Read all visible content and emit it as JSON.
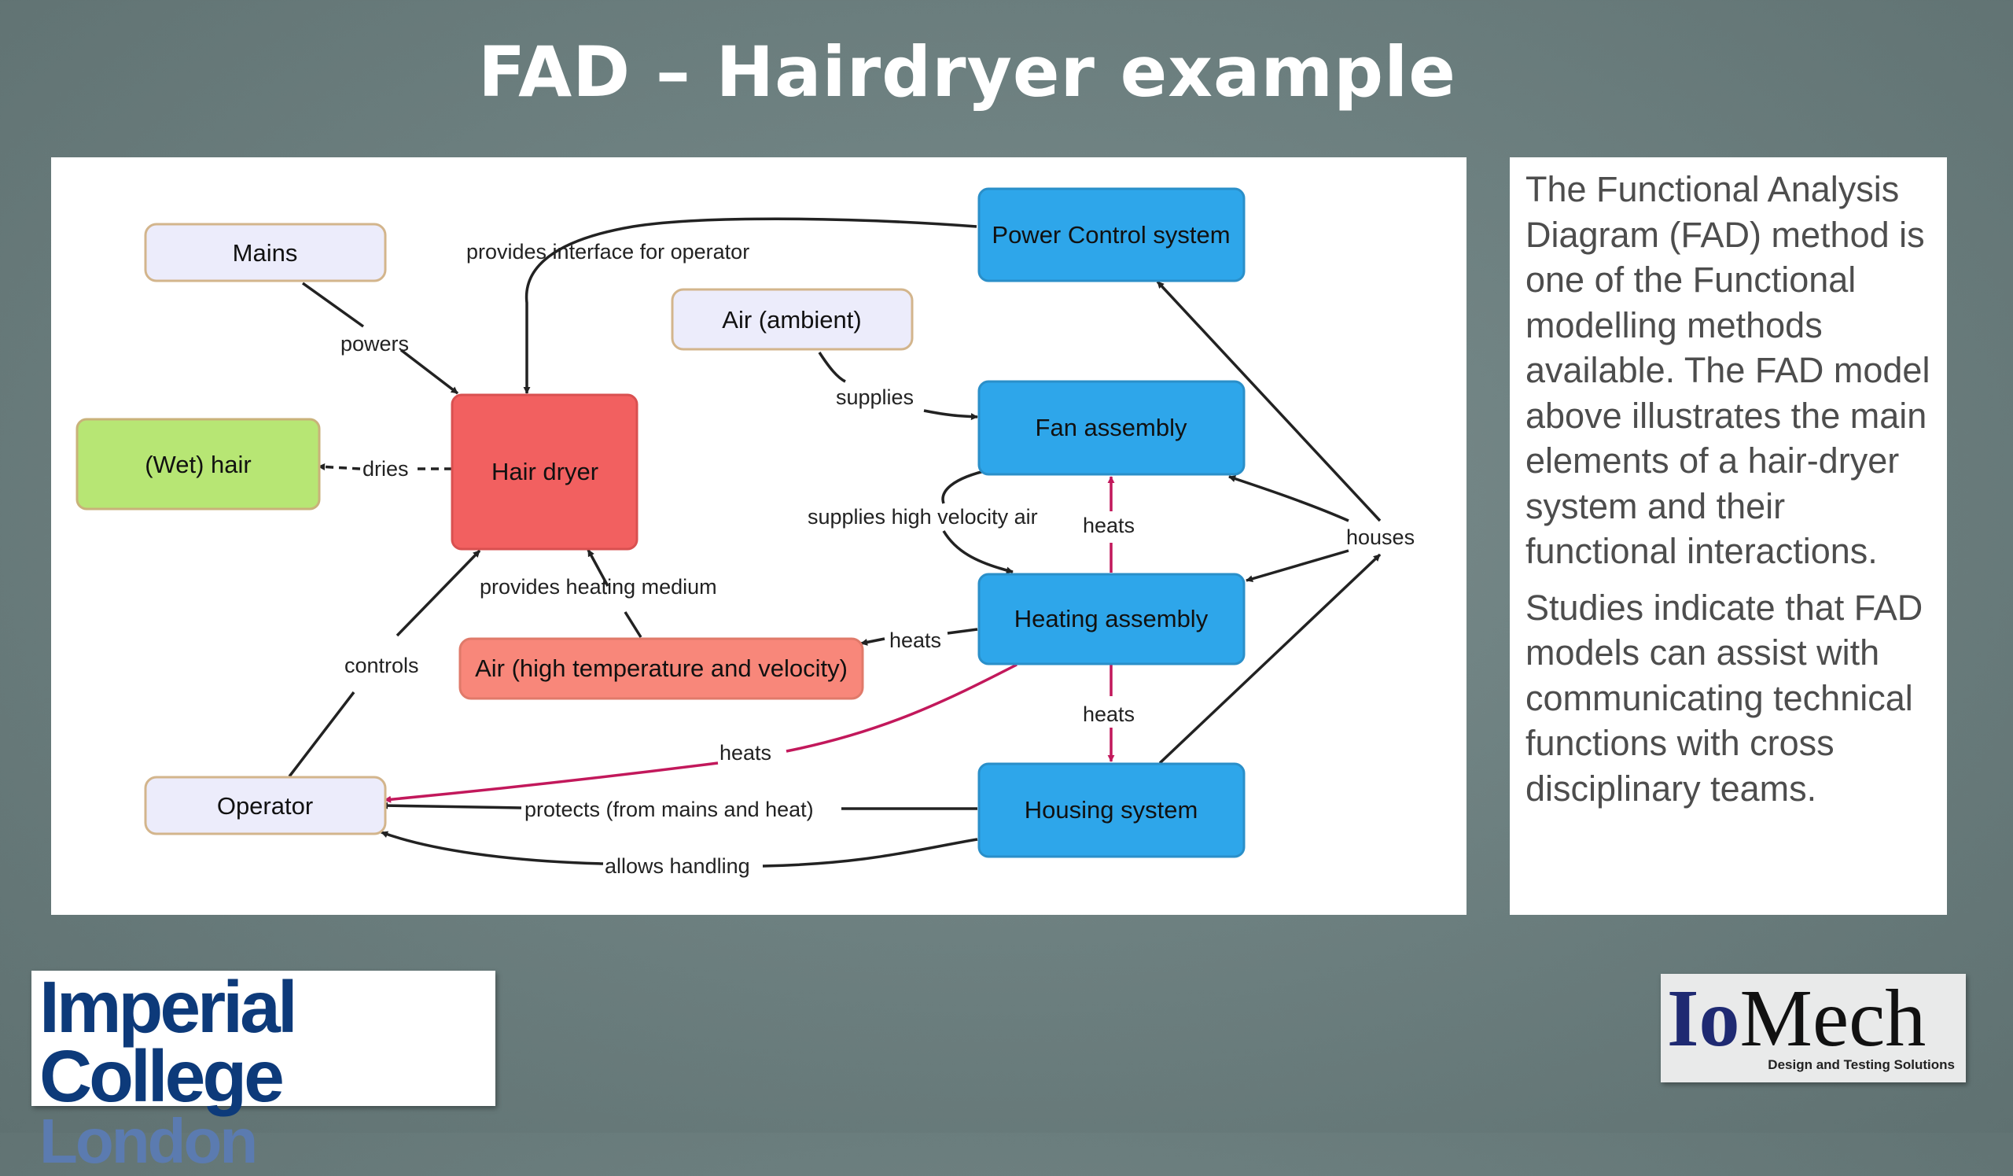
{
  "title": "FAD – Hairdryer example",
  "diagram": {
    "nodes": {
      "mains": "Mains",
      "wet_hair": "(Wet) hair",
      "hair_dryer": "Hair dryer",
      "air_ambient": "Air (ambient)",
      "air_high": "Air (high temperature and velocity)",
      "operator": "Operator",
      "power_control": "Power Control system",
      "fan": "Fan assembly",
      "heating": "Heating assembly",
      "housing": "Housing system"
    },
    "edges": {
      "powers": "powers",
      "interface": "provides interface for operator",
      "dries": "dries",
      "supplies": "supplies",
      "supplies_hv": "supplies high velocity air",
      "heats_fan": "heats",
      "houses": "houses",
      "heating_medium": "provides heating medium",
      "heats_air": "heats",
      "controls": "controls",
      "heats_housing": "heats",
      "heats_operator": "heats",
      "protects": "protects (from mains and heat)",
      "allows": "allows handling"
    },
    "colors": {
      "blue": "#2ea6ea",
      "red": "#f26060",
      "salmon": "#f8877a",
      "green": "#b7e674",
      "lavender": "#ececfb",
      "border_tan": "#d3b58c",
      "arrow_dark": "#222222",
      "arrow_magenta": "#c2185b"
    }
  },
  "description": {
    "paragraph1": "The Functional Analysis Diagram (FAD) method is one of the Functional modelling methods available. The FAD model above illustrates the main elements of a hair-dryer system and their functional interactions.",
    "paragraph2": "Studies indicate that FAD models can assist with communicating technical functions with cross disciplinary teams."
  },
  "logos": {
    "imperial_line1": "Imperial College",
    "imperial_line2": "London",
    "iomech_io": "Io",
    "iomech_mech": "Mech",
    "iomech_tagline": "Design and Testing Solutions"
  }
}
